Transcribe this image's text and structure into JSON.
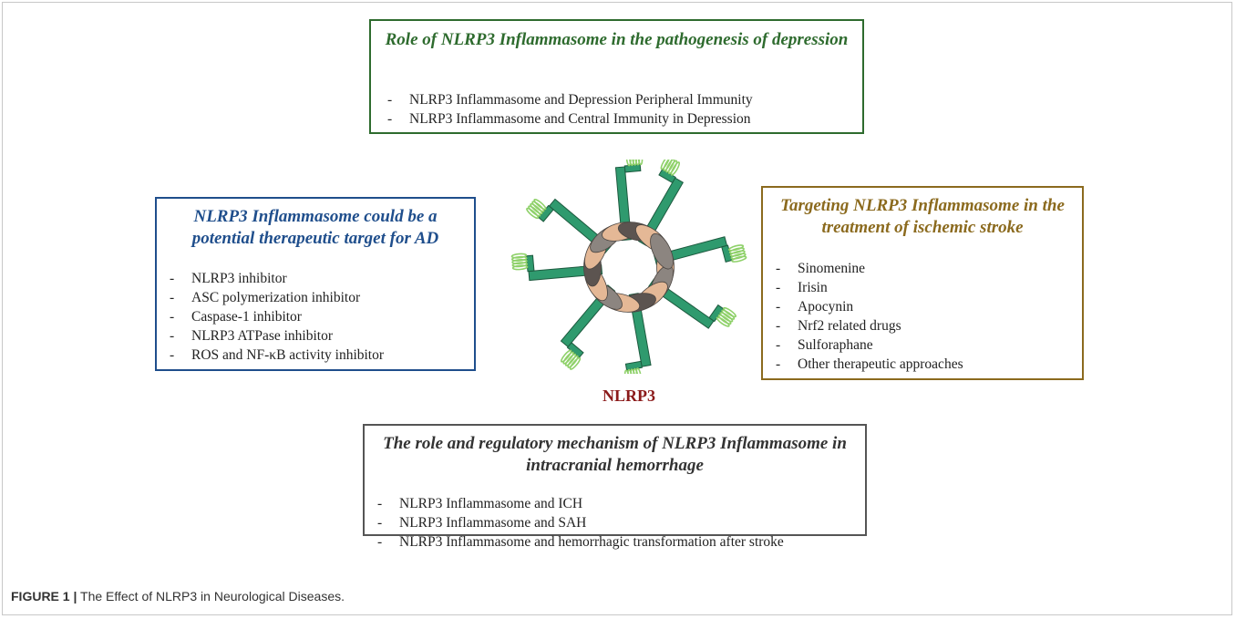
{
  "boxes": {
    "depression": {
      "title": "Role of NLRP3 Inflammasome in the pathogenesis of depression",
      "items": [
        "NLRP3 Inflammasome and Depression Peripheral Immunity",
        "NLRP3 Inflammasome and Central Immunity in Depression"
      ]
    },
    "ad": {
      "title": "NLRP3 Inflammasome could be a potential therapeutic target for AD",
      "items": [
        "NLRP3 inhibitor",
        "ASC polymerization inhibitor",
        "Caspase-1 inhibitor",
        "NLRP3 ATPase inhibitor",
        "ROS and NF-κB activity inhibitor"
      ]
    },
    "stroke": {
      "title": "Targeting NLRP3 Inflammasome in the treatment of ischemic stroke",
      "items": [
        "Sinomenine",
        "Irisin",
        "Apocynin",
        "Nrf2 related drugs",
        "Sulforaphane",
        "Other therapeutic approaches"
      ]
    },
    "ich": {
      "title": "The role and regulatory mechanism of NLRP3 Inflammasome in intracranial hemorrhage",
      "items": [
        "NLRP3 Inflammasome and ICH",
        "NLRP3 Inflammasome and SAH",
        "NLRP3 Inflammasome and hemorrhagic transformation after stroke"
      ]
    }
  },
  "bullet": "-",
  "center_label": "NLRP3",
  "caption": {
    "label": "FIGURE 1 |",
    "text": "The Effect of NLRP3 in Neurological Diseases."
  },
  "colors": {
    "green": "#2e6b2e",
    "blue": "#1f4e8c",
    "gold": "#8b6a1e",
    "gray": "#555555",
    "label_red": "#8b1a1a",
    "spoke_green": "#2f9a6e",
    "coil_green": "#8fd16a",
    "ellipse_tan": "#e4b896",
    "ellipse_gray": "#8c8580",
    "ellipse_dark": "#5c5450"
  }
}
